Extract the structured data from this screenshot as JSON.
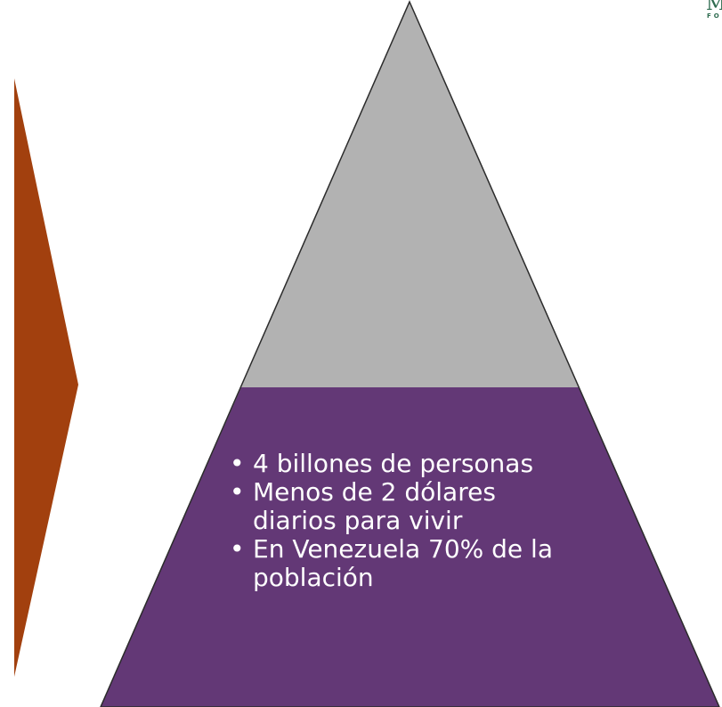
{
  "colors": {
    "arrow": "#a2400e",
    "pyramid_top": "#b2b2b2",
    "pyramid_base": "#633876",
    "outline": "#2b2b2b",
    "bullet_text": "#ffffff",
    "logo": "#2e6b4f"
  },
  "logo": {
    "mark": "M",
    "word": "FO"
  },
  "pyramid": {
    "levels": [
      {
        "name": "top",
        "fill_key": "pyramid_top"
      },
      {
        "name": "base",
        "fill_key": "pyramid_base"
      }
    ]
  },
  "bullets": [
    "4 billones de personas",
    "Menos de 2 dólares diarios para vivir",
    "En Venezuela 70% de la población"
  ]
}
